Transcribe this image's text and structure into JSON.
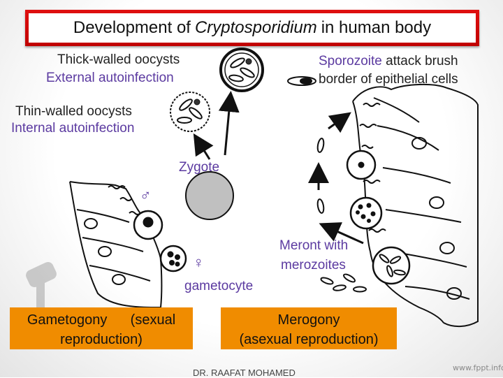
{
  "title": {
    "prefix": "Development of",
    "italic": "Cryptosporidium",
    "suffix": "in human body"
  },
  "labels": {
    "thick_walled": "Thick-walled oocysts",
    "external": "External autoinfection",
    "thin_walled": "Thin-walled oocysts",
    "internal": "Internal autoinfection",
    "sporozoite_word": "Sporozoite",
    "sporozoite_rest": "attack brush",
    "sporozoite_line2": "border of epithelial cells",
    "zygote": "Zygote",
    "meront_line1": "Meront with",
    "meront_line2": "merozoites",
    "gametocyte": "gametocyte",
    "male_symbol": "♂",
    "female_symbol": "♀"
  },
  "boxes": {
    "gametogony_line1": "Gametogony      (sexual",
    "gametogony_line2": "reproduction)",
    "merogony_line1": "Merogony",
    "merogony_line2": "(asexual reproduction)"
  },
  "footer": {
    "author": "DR. RAAFAT MOHAMED",
    "site": "www.fppt.info"
  },
  "colors": {
    "title_border": "#c00000",
    "label_purple": "#5b3aa0",
    "box_orange": "#f08c00",
    "zygote_fill": "#c0c0c0"
  }
}
